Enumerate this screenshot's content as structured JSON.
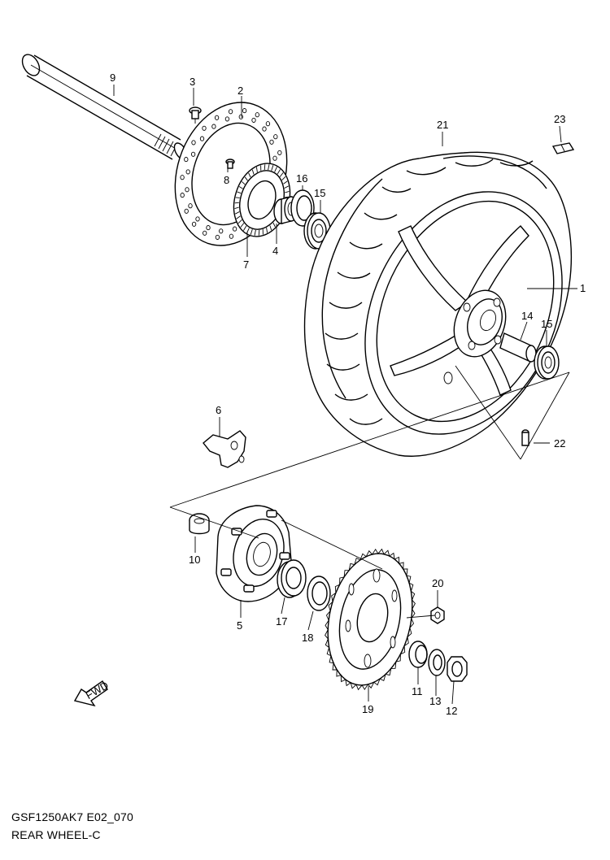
{
  "diagram": {
    "code": "GSF1250AK7 E02_070",
    "title": "REAR WHEEL-C",
    "fwd_label": "FWD",
    "parts": [
      {
        "id": "p1",
        "label": "1"
      },
      {
        "id": "p2",
        "label": "2"
      },
      {
        "id": "p3",
        "label": "3"
      },
      {
        "id": "p4",
        "label": "4"
      },
      {
        "id": "p5",
        "label": "5"
      },
      {
        "id": "p6",
        "label": "6"
      },
      {
        "id": "p7",
        "label": "7"
      },
      {
        "id": "p8",
        "label": "8"
      },
      {
        "id": "p9",
        "label": "9"
      },
      {
        "id": "p10",
        "label": "10"
      },
      {
        "id": "p11",
        "label": "11"
      },
      {
        "id": "p12",
        "label": "12"
      },
      {
        "id": "p13",
        "label": "13"
      },
      {
        "id": "p14",
        "label": "14"
      },
      {
        "id": "p15a",
        "label": "15"
      },
      {
        "id": "p15b",
        "label": "15"
      },
      {
        "id": "p16",
        "label": "16"
      },
      {
        "id": "p17",
        "label": "17"
      },
      {
        "id": "p18",
        "label": "18"
      },
      {
        "id": "p19",
        "label": "19"
      },
      {
        "id": "p20",
        "label": "20"
      },
      {
        "id": "p21",
        "label": "21"
      },
      {
        "id": "p22",
        "label": "22"
      },
      {
        "id": "p23",
        "label": "23"
      }
    ]
  }
}
